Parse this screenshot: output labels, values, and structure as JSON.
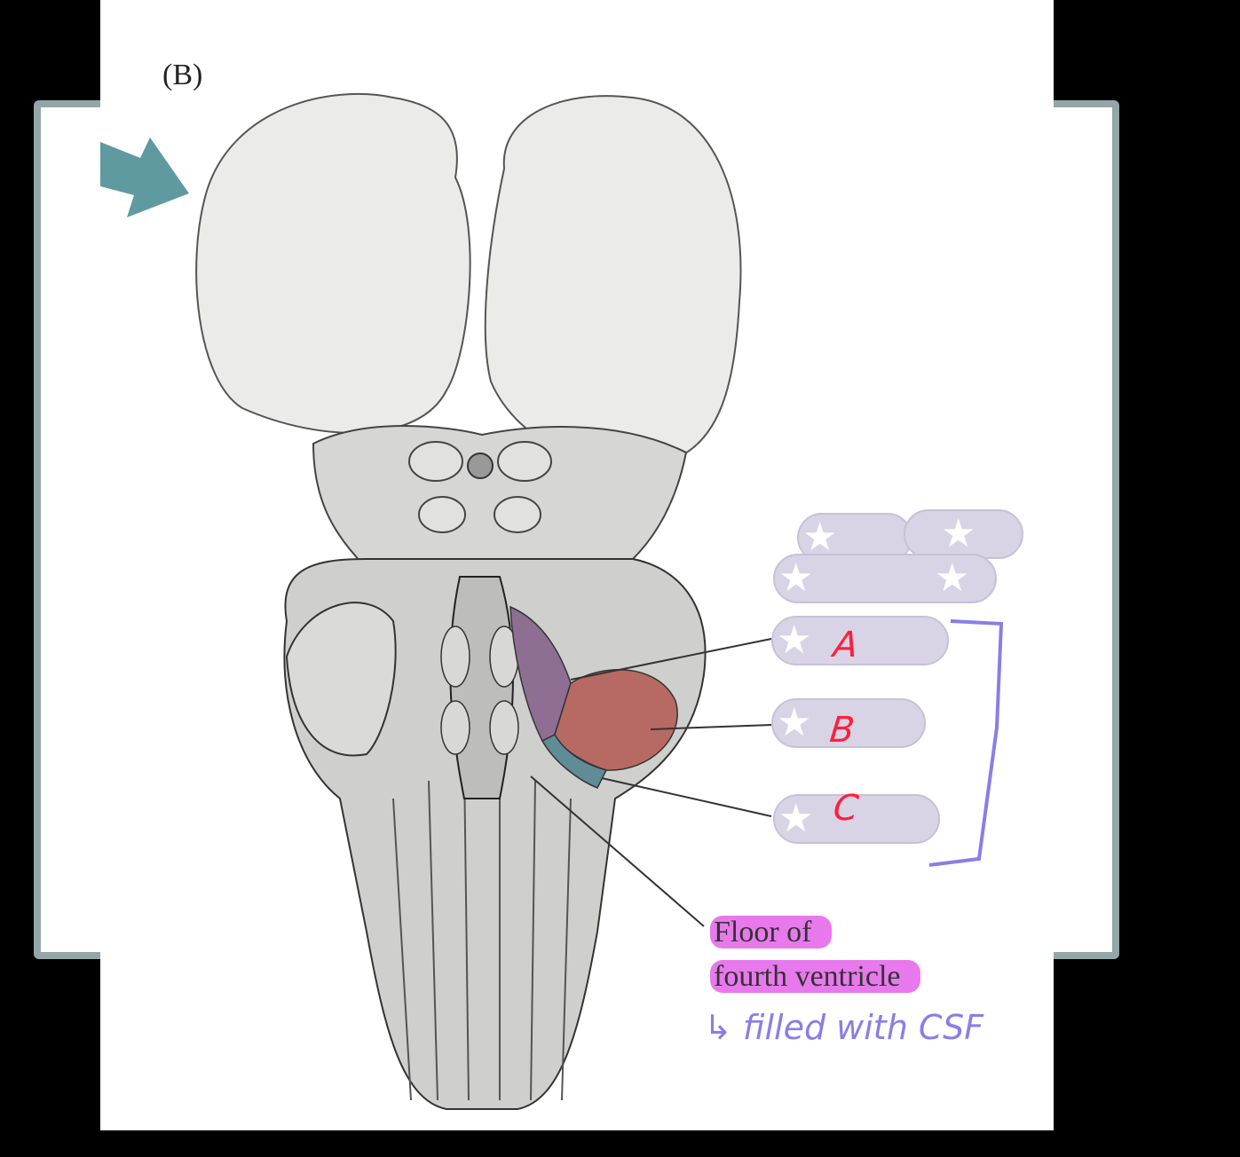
{
  "panel_label": "(B)",
  "labels": {
    "a": "A",
    "b": "B",
    "c": "C"
  },
  "caption": {
    "line1": "Floor of",
    "line2": "fourth ventricle"
  },
  "handwritten_note": "↳ filled with CSF",
  "colors": {
    "region_a": "#8e6e93",
    "region_b": "#b66a63",
    "region_c": "#5f8c96",
    "arrow": "#5f9aa0",
    "highlight": "#e879ec",
    "bracket": "#8a7de8",
    "handwriting_red": "#ff1f3d"
  }
}
